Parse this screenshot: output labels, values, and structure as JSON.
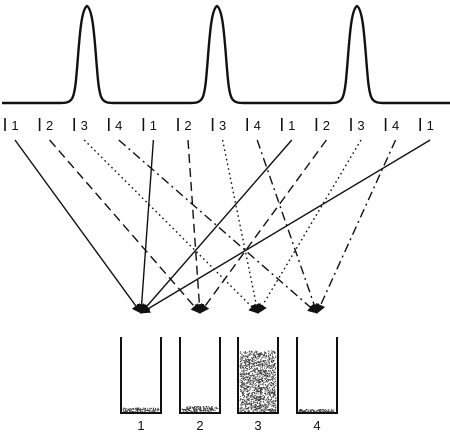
{
  "ticks": [
    {
      "label": "1",
      "style": "solid"
    },
    {
      "label": "2",
      "style": "dashed"
    },
    {
      "label": "3",
      "style": "dotted"
    },
    {
      "label": "4",
      "style": "dashdot"
    },
    {
      "label": "1",
      "style": "solid"
    },
    {
      "label": "2",
      "style": "dashed"
    },
    {
      "label": "3",
      "style": "dotted"
    },
    {
      "label": "4",
      "style": "dashdot"
    },
    {
      "label": "1",
      "style": "solid"
    },
    {
      "label": "2",
      "style": "dashed"
    },
    {
      "label": "3",
      "style": "dotted"
    },
    {
      "label": "4",
      "style": "dashdot"
    },
    {
      "label": "1",
      "style": "solid"
    }
  ],
  "containers": [
    {
      "label": "1",
      "fill": 0.08
    },
    {
      "label": "2",
      "fill": 0.1
    },
    {
      "label": "3",
      "fill": 0.83
    },
    {
      "label": "4",
      "fill": 0.06
    }
  ],
  "peak_count": 3,
  "colors": {
    "ink": "#111111",
    "background": "#ffffff"
  }
}
